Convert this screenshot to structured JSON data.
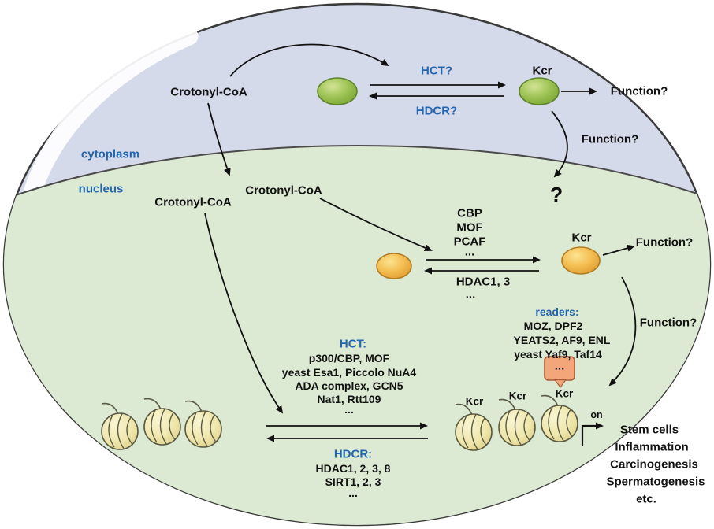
{
  "regions": {
    "cytoplasm": "cytoplasm",
    "nucleus": "nucleus"
  },
  "cytoplasm_pathway": {
    "substrate": "Crotonyl-CoA",
    "writer": "HCT?",
    "eraser": "HDCR?",
    "mark": "Kcr",
    "function_right": "Function?",
    "function_down": "Function?",
    "unknown_target": "?"
  },
  "nucleus_pathway": {
    "substrate_left": "Crotonyl-CoA",
    "substrate_right": "Crotonyl-CoA",
    "writers": [
      "CBP",
      "MOF",
      "PCAF",
      "..."
    ],
    "erasers": [
      "HDAC1, 3",
      "..."
    ],
    "mark": "Kcr",
    "function_right": "Function?",
    "function_down": "Function?"
  },
  "readers_panel": {
    "title": "readers:",
    "lines": [
      "MOZ, DPF2",
      "YEATS2, AF9, ENL",
      "yeast Yaf9, Taf14"
    ],
    "reader_box": "..."
  },
  "hct_panel": {
    "title": "HCT:",
    "lines": [
      "p300/CBP, MOF",
      "yeast Esa1, Piccolo NuA4",
      "ADA complex, GCN5",
      "Nat1, Rtt109",
      "..."
    ]
  },
  "hdcr_panel": {
    "title": "HDCR:",
    "lines": [
      "HDAC1, 2, 3, 8",
      "SIRT1, 2, 3",
      "..."
    ]
  },
  "chromatin": {
    "marks": [
      "Kcr",
      "Kcr",
      "Kcr"
    ],
    "gene_state": "on",
    "outcomes": [
      "Stem cells",
      "Inflammation",
      "Carcinogenesis",
      "Spermatogenesis",
      "etc."
    ]
  },
  "colors": {
    "cytoplasm_fill": "#d5daea",
    "nucleus_fill": "#dcead3",
    "accent_blue": "#2265b0",
    "green_protein": "#8fbc45",
    "yellow_protein": "#f0b64a",
    "nucleosome": "#efe9b4",
    "reader_box": "#f2a679"
  }
}
